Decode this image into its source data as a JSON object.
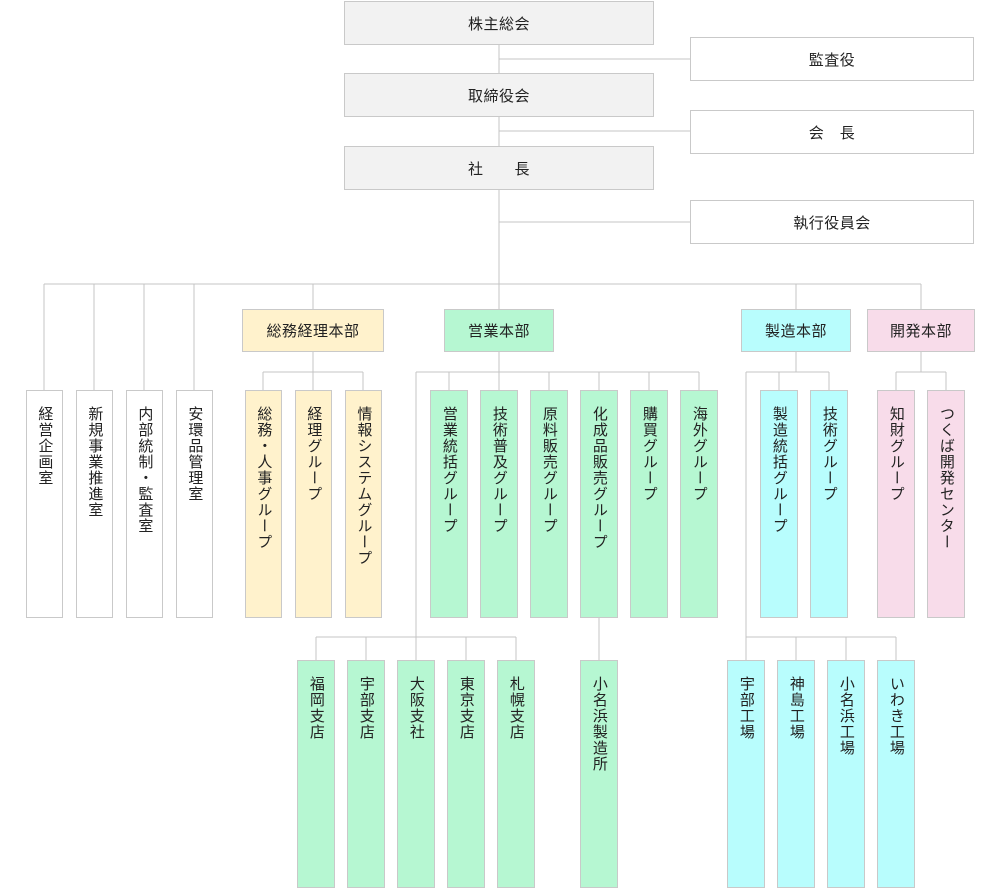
{
  "colors": {
    "line": "#c4c4c4",
    "border": "#c9c9c9",
    "executive": "#f2f2f2",
    "plain": "#ffffff",
    "admin": "#fff2cc",
    "sales": "#b6f7d2",
    "manufacturing": "#b8fdfd",
    "development": "#f8dcea"
  },
  "executive": {
    "shareholders": "株主総会",
    "auditor": "監査役",
    "board": "取締役会",
    "chairman": "会　長",
    "president": "社　　長",
    "executive_committee": "執行役員会"
  },
  "staff_offices": [
    "経営企画室",
    "新規事業推進室",
    "内部統制・監査室",
    "安環品管理室"
  ],
  "divisions": {
    "admin": {
      "name": "総務経理本部",
      "groups": [
        "総務・人事グループ",
        "経理グループ",
        "情報システムグループ"
      ]
    },
    "sales": {
      "name": "営業本部",
      "groups": [
        "営業統括グループ",
        "技術普及グループ",
        "原料販売グループ",
        "化成品販売グループ",
        "購買グループ",
        "海外グループ"
      ],
      "branches": [
        "福岡支店",
        "宇部支店",
        "大阪支社",
        "東京支店",
        "札幌支店"
      ],
      "plant": "小名浜製造所"
    },
    "manufacturing": {
      "name": "製造本部",
      "groups": [
        "製造統括グループ",
        "技術グループ"
      ],
      "plants": [
        "宇部工場",
        "神島工場",
        "小名浜工場",
        "いわき工場"
      ]
    },
    "development": {
      "name": "開発本部",
      "groups": [
        "知財グループ",
        "つくば開発センター"
      ]
    }
  }
}
